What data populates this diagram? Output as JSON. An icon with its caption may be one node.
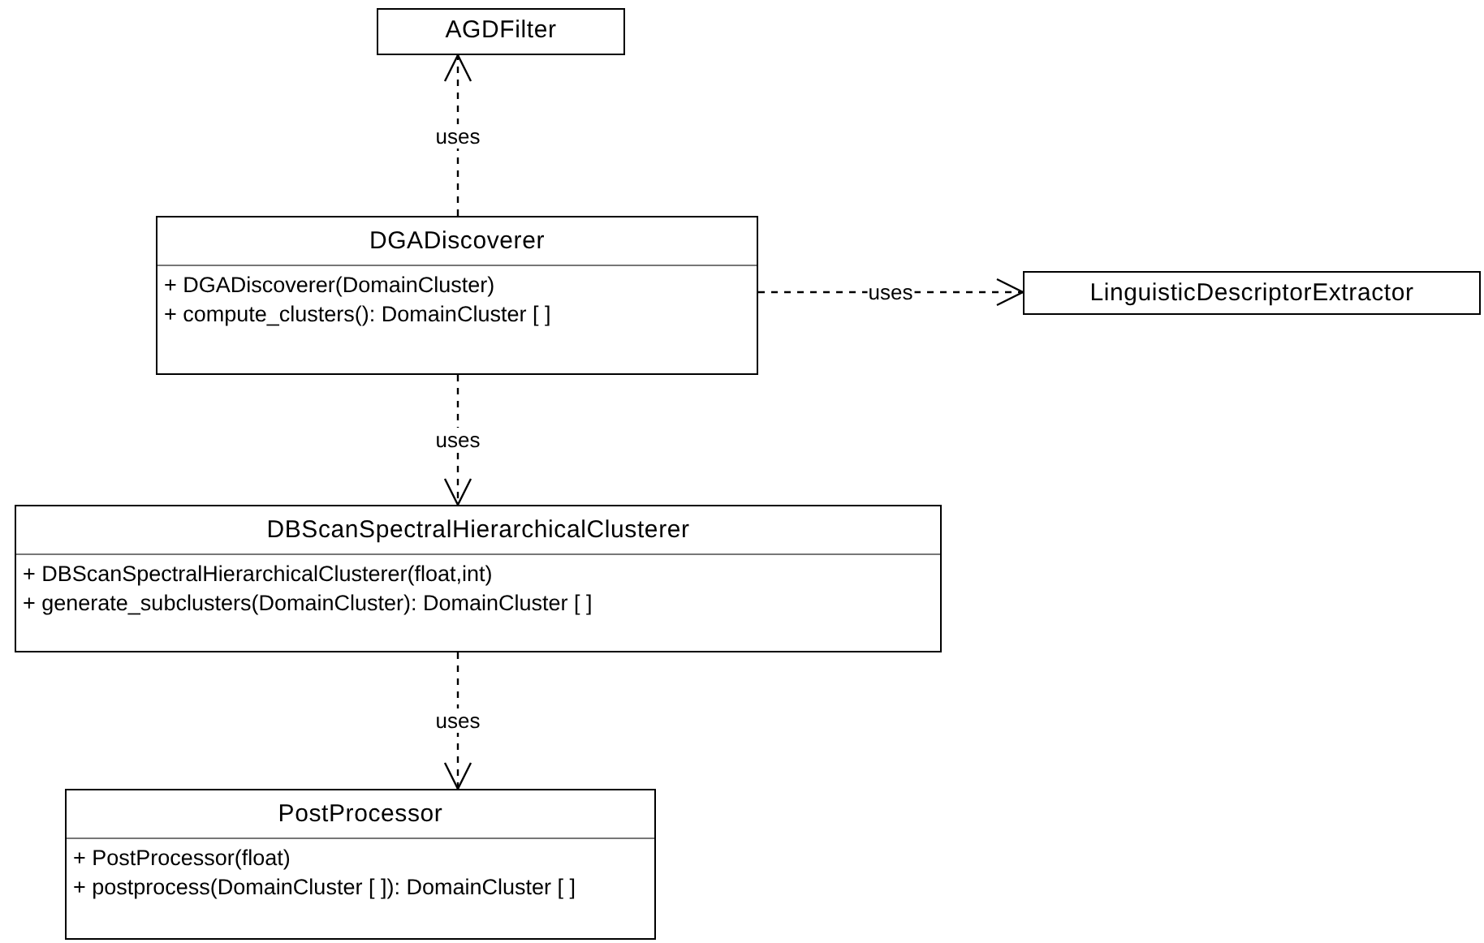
{
  "diagram": {
    "nodes": [
      {
        "text": [
          "AGDFilter"
        ]
      },
      {
        "text": [
          "DGADiscoverer",
          "+ DGADiscoverer(DomainCluster)",
          "+ compute_clusters(): DomainCluster [ ]"
        ]
      },
      {
        "text": [
          "LinguisticDescriptorExtractor"
        ]
      },
      {
        "text": [
          "DBScanSpectralHierarchicalClusterer",
          "+ DBScanSpectralHierarchicalClusterer(float,int)",
          "+ generate_subclusters(DomainCluster): DomainCluster [ ]"
        ]
      },
      {
        "text": [
          "PostProcessor",
          "+ PostProcessor(float)",
          "+ postprocess(DomainCluster [ ]): DomainCluster [ ]"
        ]
      }
    ],
    "edges": [
      {
        "from": 1,
        "to": 0,
        "arrow": "to",
        "label": "uses",
        "style": "dashed"
      },
      {
        "from": 1,
        "to": 2,
        "arrow": "to",
        "label": "uses",
        "style": "dashed"
      },
      {
        "from": 1,
        "to": 3,
        "arrow": "to",
        "label": "uses",
        "style": "dashed"
      },
      {
        "from": 3,
        "to": 4,
        "arrow": "to",
        "label": "uses",
        "style": "dashed"
      }
    ]
  }
}
